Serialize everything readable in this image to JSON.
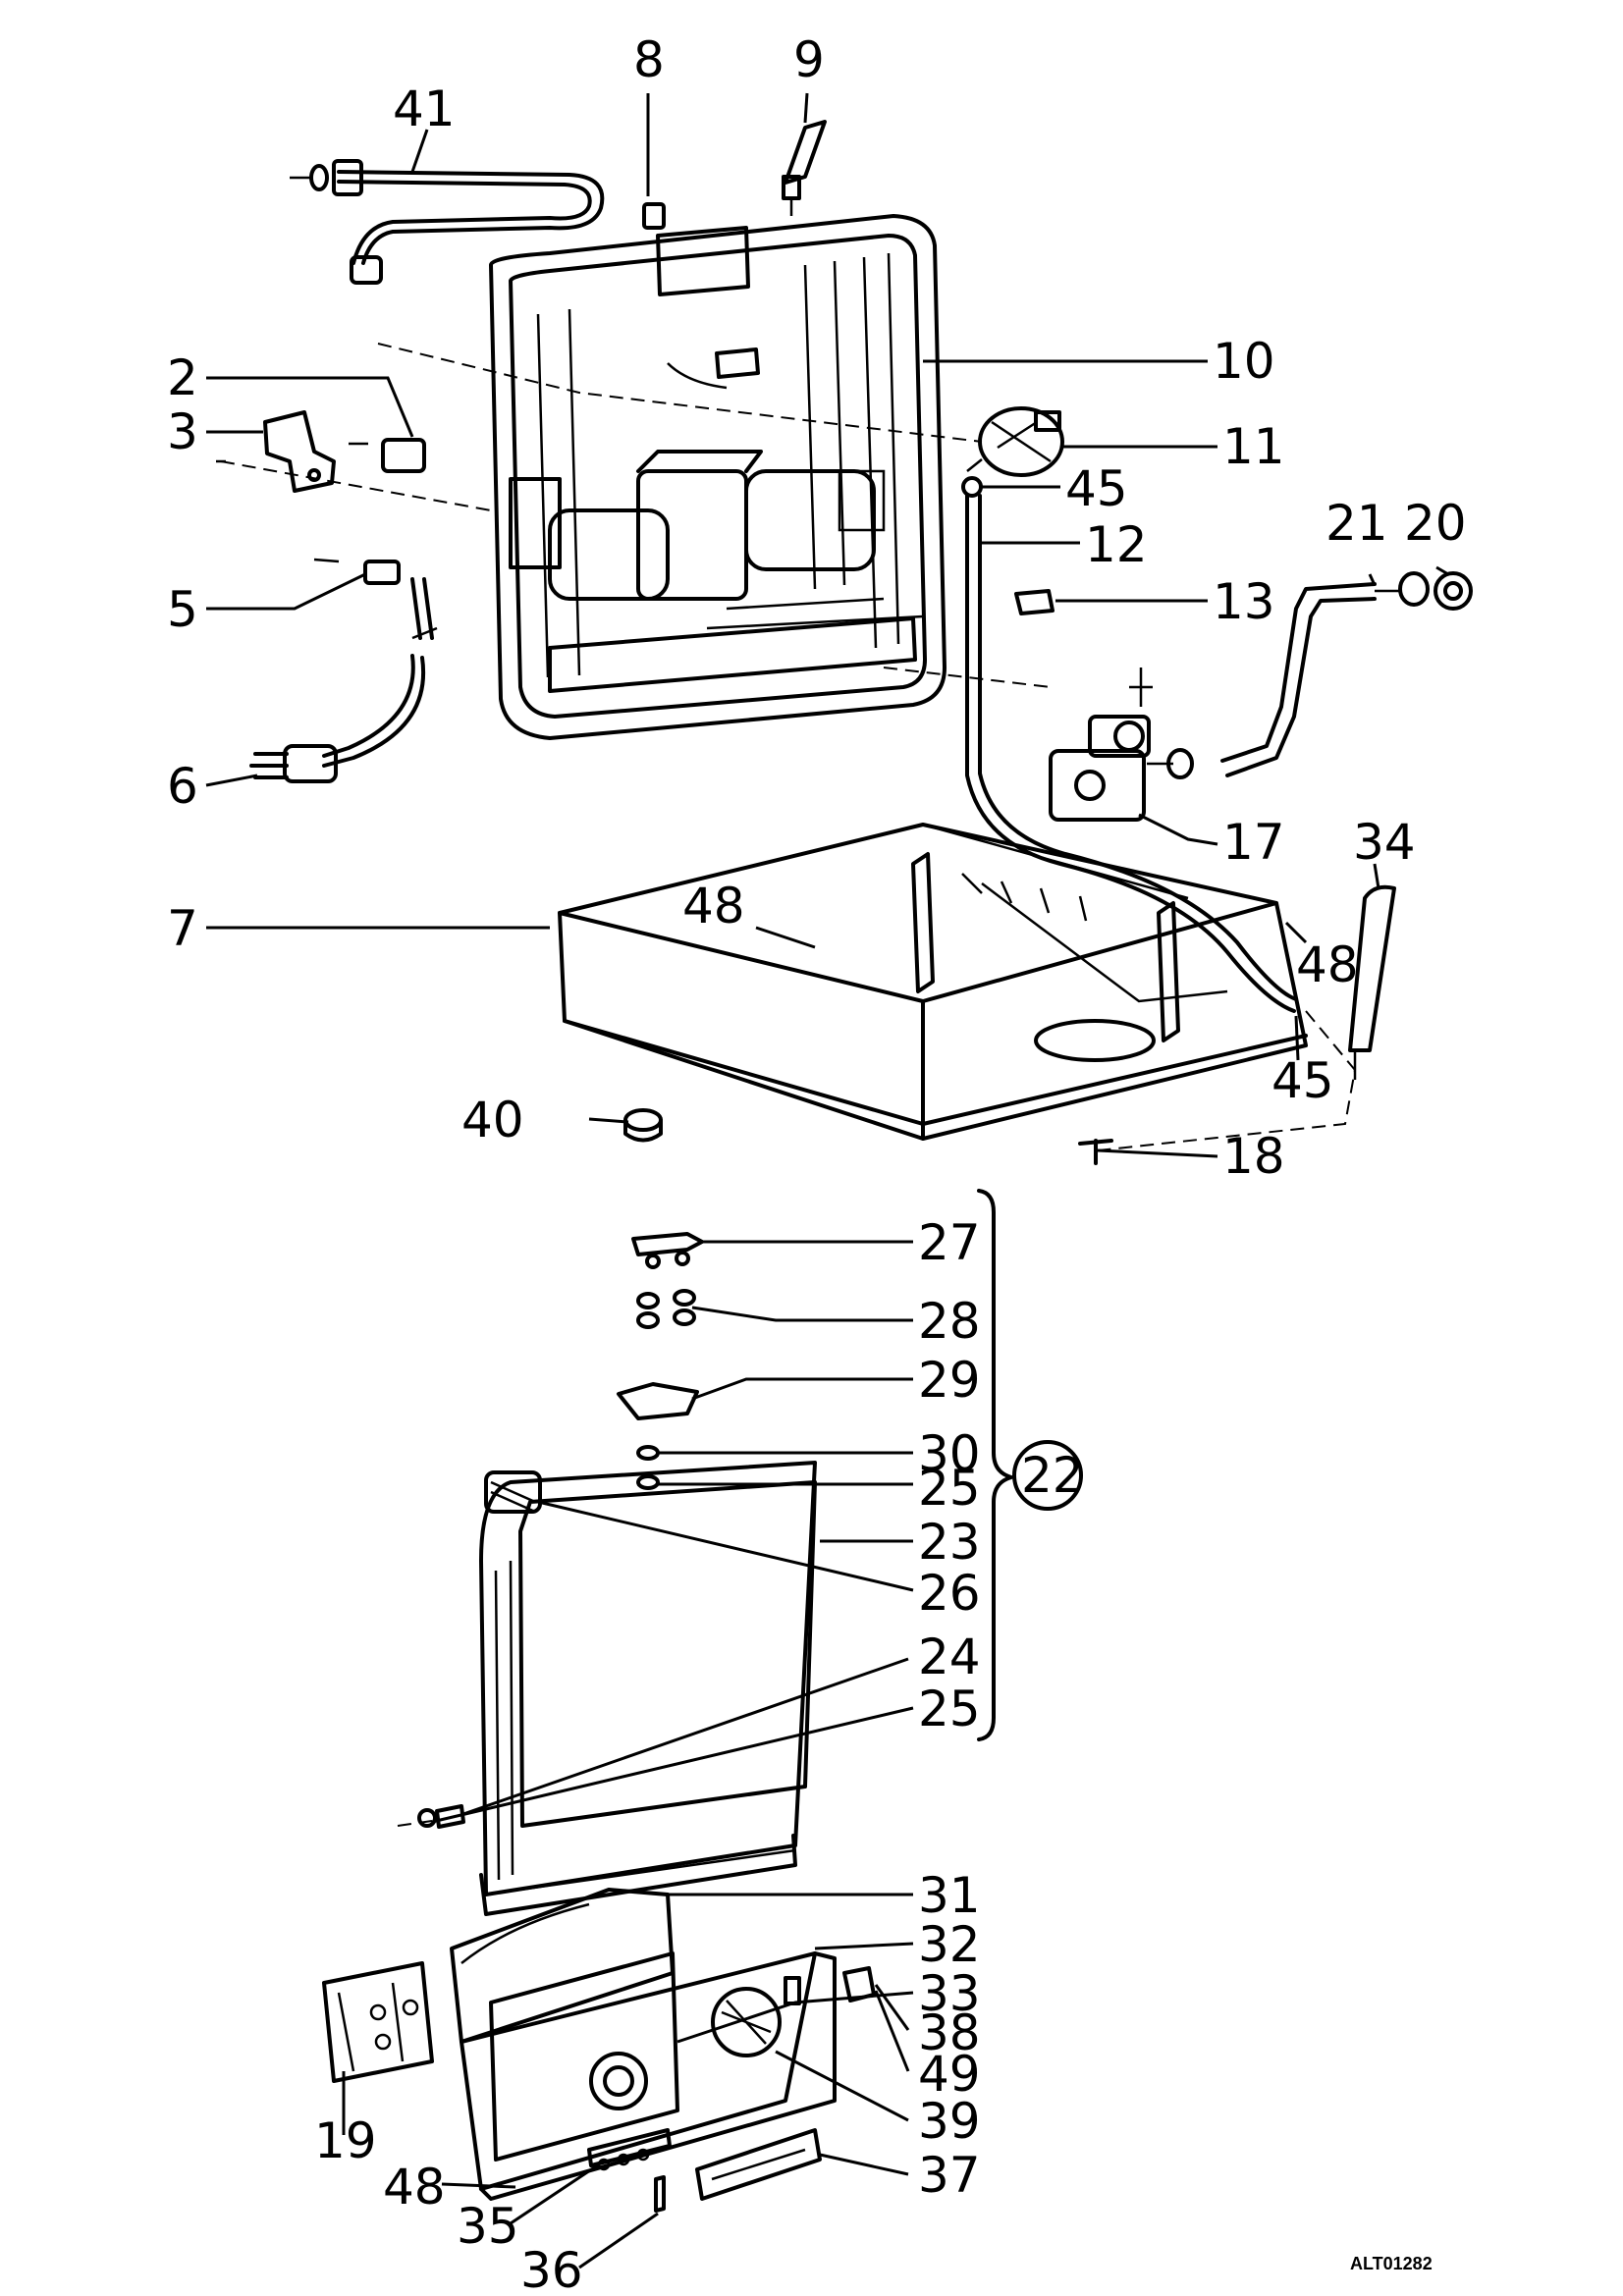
{
  "drawing_code": "ALT01282",
  "callouts": {
    "c41": "41",
    "c8": "8",
    "c9": "9",
    "c10": "10",
    "c2": "2",
    "c3": "3",
    "c11": "11",
    "c45a": "45",
    "c12": "12",
    "c21": "21",
    "c20": "20",
    "c5": "5",
    "c13": "13",
    "c6": "6",
    "c17": "17",
    "c34": "34",
    "c7": "7",
    "c48a": "48",
    "c48b": "48",
    "c45b": "45",
    "c40": "40",
    "c18": "18",
    "c27": "27",
    "c28": "28",
    "c29": "29",
    "c30": "30",
    "c25a": "25",
    "c22": "22",
    "c23": "23",
    "c26": "26",
    "c24": "24",
    "c25b": "25",
    "c31": "31",
    "c32": "32",
    "c33": "33",
    "c38": "38",
    "c49": "49",
    "c19": "19",
    "c39": "39",
    "c37": "37",
    "c48c": "48",
    "c35": "35",
    "c36": "36"
  },
  "icons": [
    "power-plug-icon",
    "hose-icon",
    "valve-icon",
    "pressure-switch-icon",
    "door-icon",
    "control-panel-icon",
    "foot-icon"
  ]
}
